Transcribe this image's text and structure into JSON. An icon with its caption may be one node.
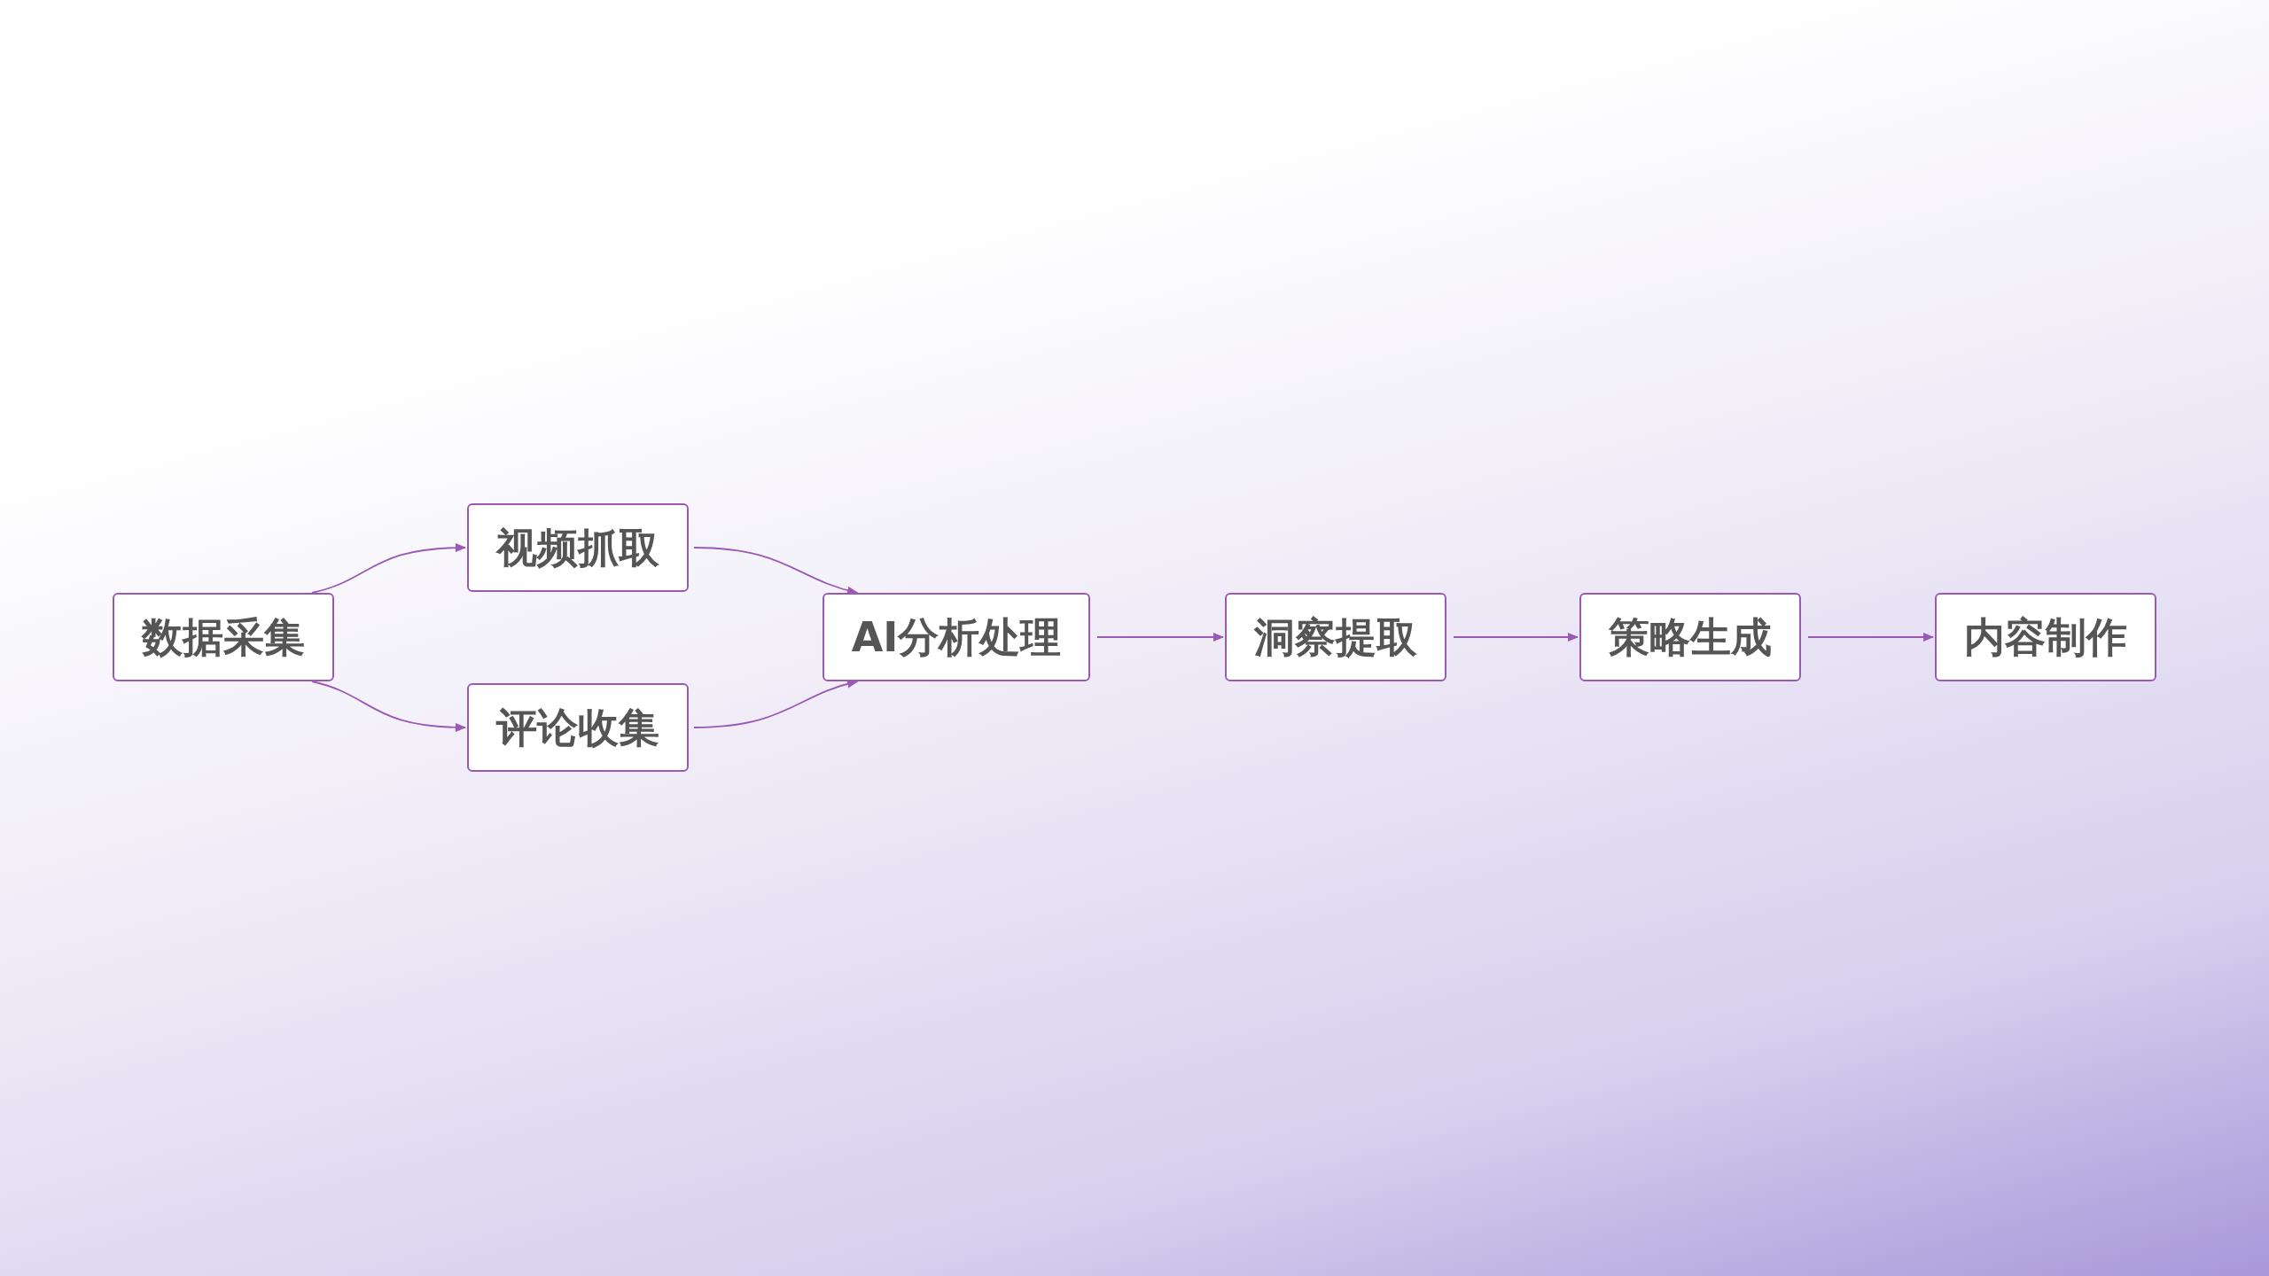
{
  "diagram": {
    "nodes": [
      {
        "text": [
          "数据采集"
        ]
      },
      {
        "text": [
          "视频抓取"
        ]
      },
      {
        "text": [
          "评论收集"
        ]
      },
      {
        "text": [
          "AI分析处理"
        ]
      },
      {
        "text": [
          "洞察提取"
        ]
      },
      {
        "text": [
          "策略生成"
        ]
      },
      {
        "text": [
          "内容制作"
        ]
      }
    ],
    "edges": [
      {
        "from": 0,
        "to": 1,
        "arrow": "to"
      },
      {
        "from": 0,
        "to": 2,
        "arrow": "to"
      },
      {
        "from": 1,
        "to": 3,
        "arrow": "to"
      },
      {
        "from": 2,
        "to": 3,
        "arrow": "to"
      },
      {
        "from": 3,
        "to": 4,
        "arrow": "to"
      },
      {
        "from": 4,
        "to": 5,
        "arrow": "to"
      },
      {
        "from": 5,
        "to": 6,
        "arrow": "to"
      }
    ]
  }
}
